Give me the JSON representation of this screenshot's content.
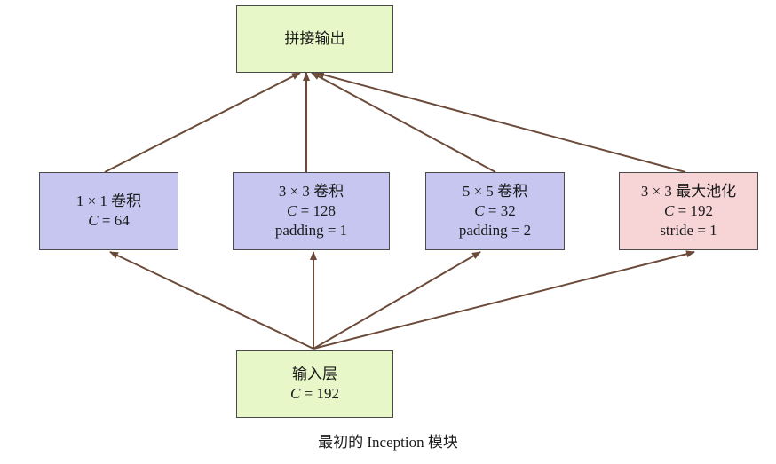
{
  "diagram": {
    "nodes": {
      "concat": {
        "label": "拼接输出"
      },
      "conv1": {
        "title": "1 × 1 卷积",
        "c_label": "C",
        "c_value": "= 64"
      },
      "conv3": {
        "title": "3 × 3 卷积",
        "c_label": "C",
        "c_value": "= 128",
        "extra": "padding = 1"
      },
      "conv5": {
        "title": "5 × 5 卷积",
        "c_label": "C",
        "c_value": "= 32",
        "extra": "padding = 2"
      },
      "pool": {
        "title": "3 × 3 最大池化",
        "c_label": "C",
        "c_value": "= 192",
        "extra": "stride = 1"
      },
      "input": {
        "title": "输入层",
        "c_label": "C",
        "c_value": "= 192"
      }
    },
    "edges": [
      {
        "from": "input",
        "to": "conv1"
      },
      {
        "from": "input",
        "to": "conv3"
      },
      {
        "from": "input",
        "to": "conv5"
      },
      {
        "from": "input",
        "to": "pool"
      },
      {
        "from": "conv1",
        "to": "concat"
      },
      {
        "from": "conv3",
        "to": "concat"
      },
      {
        "from": "conv5",
        "to": "concat"
      },
      {
        "from": "pool",
        "to": "concat"
      }
    ],
    "colors": {
      "output_input_fill": "#e8f7c8",
      "conv_fill": "#c6c6f0",
      "pool_fill": "#f7d4d6",
      "edge": "#6b4a3a"
    }
  },
  "caption": "最初的 Inception 模块"
}
